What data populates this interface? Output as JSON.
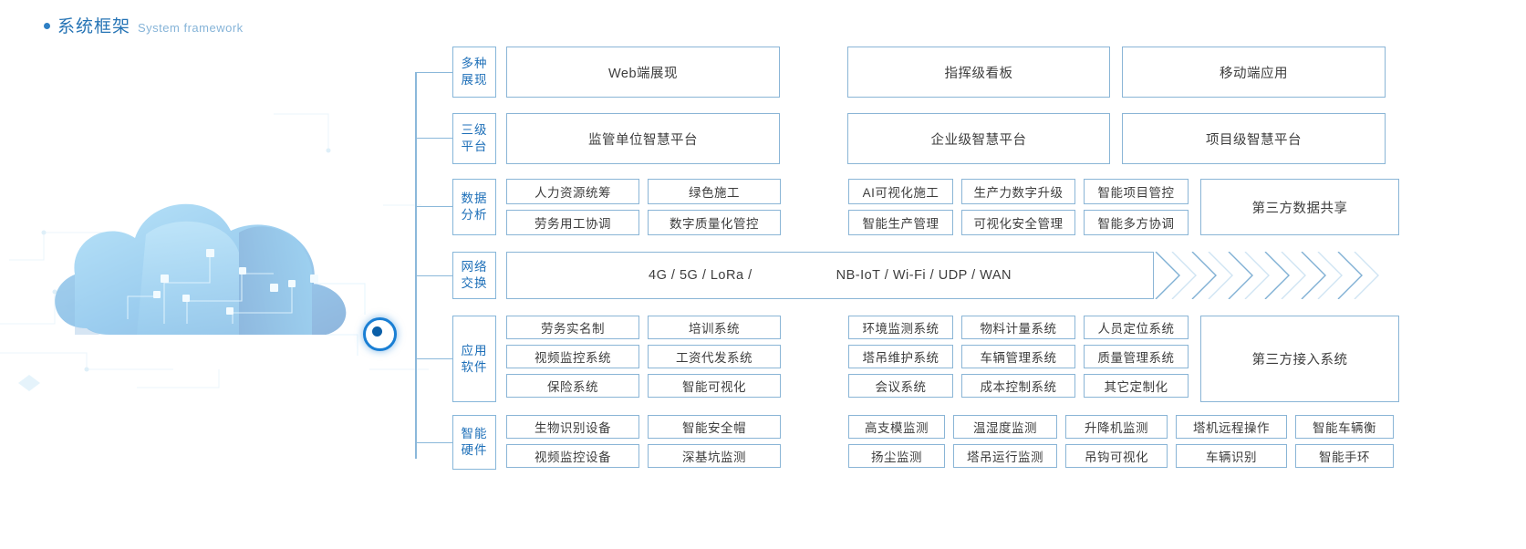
{
  "header": {
    "title_cn": "系统框架",
    "title_en": "System framework",
    "bullet": "bullet-dot"
  },
  "illustration": {
    "name": "cloud-computing-graphic",
    "node_label": "cloud-connection-node"
  },
  "colors": {
    "accent": "#2674b5",
    "border": "#8ab5d6",
    "category_text": "#1d6fb8",
    "cell_text": "#3d3d3d",
    "subtitle": "#86b4d8"
  },
  "rows": [
    {
      "id": "presentation",
      "category": [
        "多种",
        "展现"
      ],
      "left_group": [
        [
          "Web端展现"
        ]
      ],
      "right_group": [
        [
          "指挥级看板"
        ],
        [
          "移动端应用"
        ]
      ],
      "extra": null
    },
    {
      "id": "three-level-platform",
      "category": [
        "三级",
        "平台"
      ],
      "left_group": [
        [
          "监管单位智慧平台"
        ]
      ],
      "right_group": [
        [
          "企业级智慧平台"
        ],
        [
          "项目级智慧平台"
        ]
      ],
      "extra": null
    },
    {
      "id": "data-analysis",
      "category": [
        "数据",
        "分析"
      ],
      "left_columns": [
        [
          "人力资源统筹",
          "劳务用工协调"
        ],
        [
          "绿色施工",
          "数字质量化管控"
        ]
      ],
      "right_columns": [
        [
          "AI可视化施工",
          "智能生产管理"
        ],
        [
          "生产力数字升级",
          "可视化安全管理"
        ],
        [
          "智能项目管控",
          "智能多方协调"
        ]
      ],
      "extra": "第三方数据共享"
    },
    {
      "id": "network-exchange",
      "category": [
        "网络",
        "交换"
      ],
      "band_left": "4G / 5G / LoRa /",
      "band_right": "NB-IoT / Wi-Fi / UDP / WAN",
      "arrow_count": 6
    },
    {
      "id": "application-software",
      "category": [
        "应用",
        "软件"
      ],
      "left_columns": [
        [
          "劳务实名制",
          "视频监控系统",
          "保险系统"
        ],
        [
          "培训系统",
          "工资代发系统",
          "智能可视化"
        ]
      ],
      "right_columns": [
        [
          "环境监测系统",
          "塔吊维护系统",
          "会议系统"
        ],
        [
          "物料计量系统",
          "车辆管理系统",
          "成本控制系统"
        ],
        [
          "人员定位系统",
          "质量管理系统",
          "其它定制化"
        ]
      ],
      "extra": "第三方接入系统"
    },
    {
      "id": "smart-hardware",
      "category": [
        "智能",
        "硬件"
      ],
      "left_columns": [
        [
          "生物识别设备",
          "视频监控设备"
        ],
        [
          "智能安全帽",
          "深基坑监测"
        ]
      ],
      "right_columns": [
        [
          "高支模监测",
          "扬尘监测"
        ],
        [
          "温湿度监测",
          "塔吊运行监测"
        ],
        [
          "升降机监测",
          "吊钩可视化"
        ],
        [
          "塔机远程操作",
          "车辆识别"
        ],
        [
          "智能车辆衡",
          "智能手环"
        ]
      ],
      "extra": null
    }
  ]
}
